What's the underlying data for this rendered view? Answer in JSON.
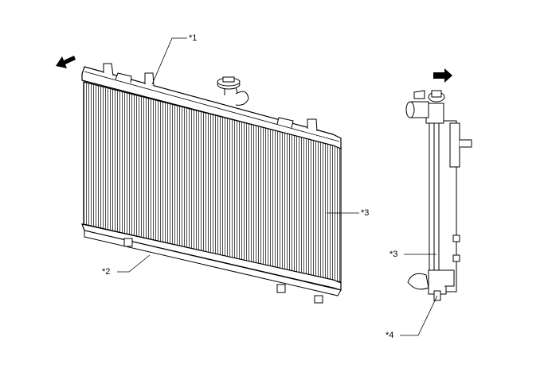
{
  "labels": {
    "upper_tank": "*1",
    "lower_tank": "*2",
    "core_front": "*3",
    "core_side": "*3",
    "drain": "*4"
  },
  "arrows": {
    "front_view_direction": "arrow-left-icon",
    "side_view_direction": "arrow-right-icon"
  },
  "colors": {
    "line": "#000000",
    "background": "#ffffff"
  }
}
